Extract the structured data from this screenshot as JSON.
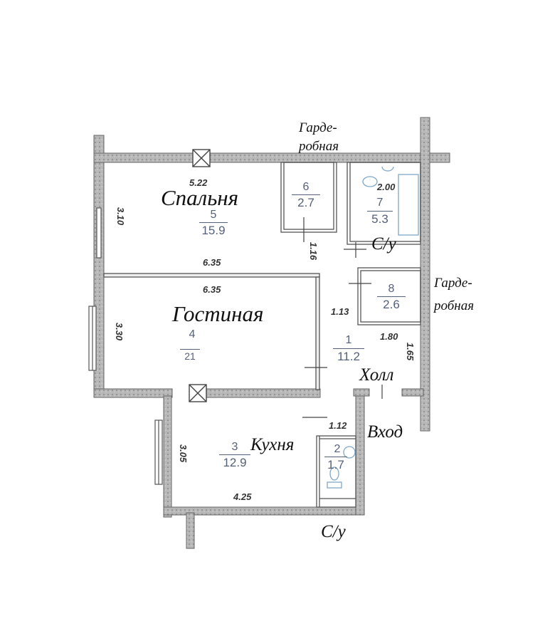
{
  "plan": {
    "title": "Floor plan",
    "colors": {
      "wall": "#a9a9a9",
      "line": "#555555",
      "fixture": "#7fa8c9",
      "background": "#ffffff"
    },
    "labels": {
      "bedroom": "Спальня",
      "living": "Гостиная",
      "kitchen": "Кухня",
      "hall": "Холл",
      "entrance": "Вход",
      "bath_top": "С/у",
      "bath_bottom": "С/у",
      "wardrobe_top_line1": "Гарде-",
      "wardrobe_top_line2": "робная",
      "wardrobe_right_line1": "Гарде-",
      "wardrobe_right_line2": "робная"
    },
    "rooms": [
      {
        "id": "1",
        "area": "11.2"
      },
      {
        "id": "2",
        "area": "1.7"
      },
      {
        "id": "3",
        "area": "12.9"
      },
      {
        "id": "4",
        "area": "21"
      },
      {
        "id": "5",
        "area": "15.9"
      },
      {
        "id": "6",
        "area": "2.7"
      },
      {
        "id": "7",
        "area": "5.3"
      },
      {
        "id": "8",
        "area": "2.6"
      }
    ],
    "dimensions": {
      "bedroom_width": "5.22",
      "bedroom_depth": "3.10",
      "bedroom_bottom": "6.35",
      "living_top": "6.35",
      "living_depth": "3.30",
      "corridor_upper": "1.16",
      "corridor_width": "1.13",
      "bath_width": "2.00",
      "hall_width": "1.80",
      "hall_depth": "1.65",
      "passage": "1.12",
      "kitchen_depth": "3.05",
      "kitchen_width": "4.25"
    }
  }
}
